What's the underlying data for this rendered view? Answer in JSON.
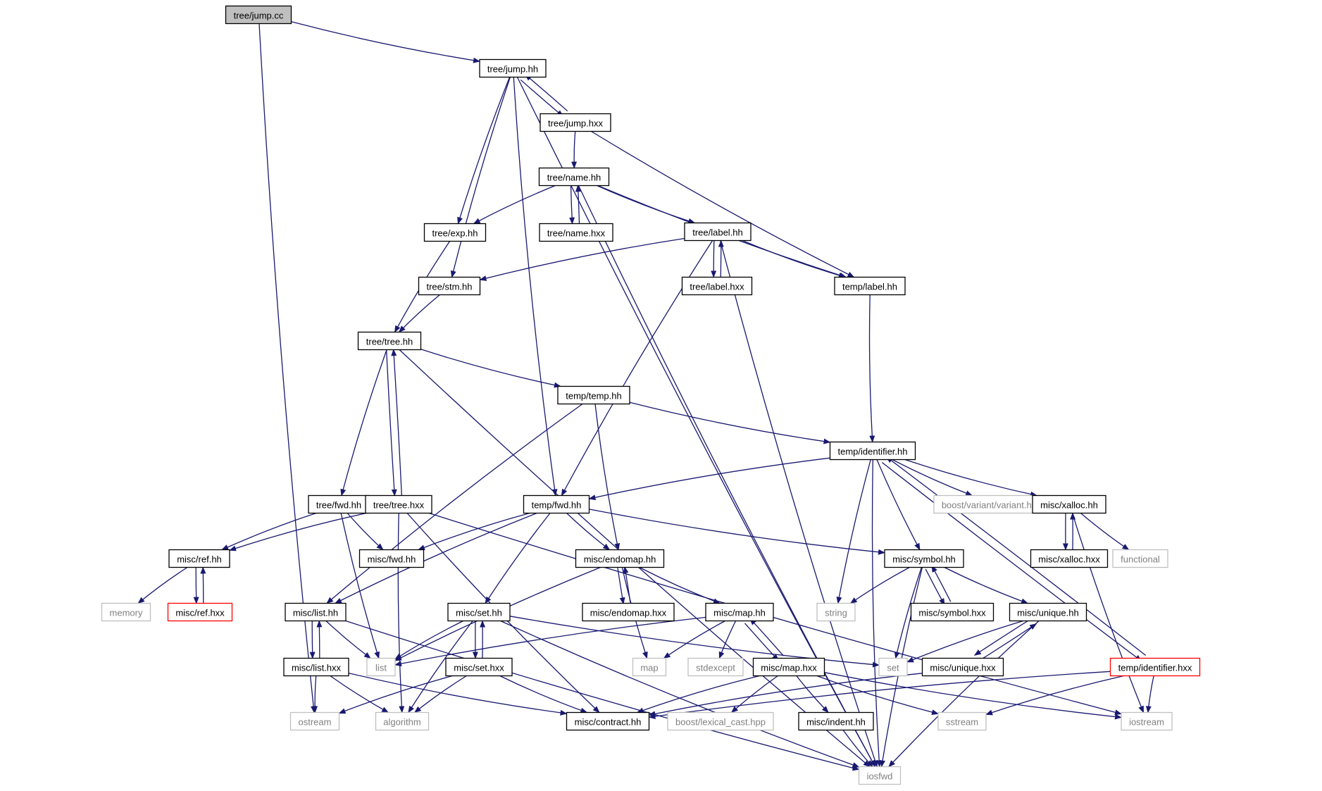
{
  "graph": {
    "title": "",
    "colors": {
      "edge": "#191970",
      "node_fill_default": "#ffffff",
      "node_fill_root": "#bfbfbf",
      "node_border_local": "#000000",
      "node_border_external": "#bfbfbf",
      "node_border_truncated": "#ff0000",
      "label_local": "#000000",
      "label_external": "#808080"
    },
    "nodes": [
      {
        "id": "tree_jump_cc",
        "label": "tree/jump.cc",
        "kind": "root"
      },
      {
        "id": "tree_jump_hh",
        "label": "tree/jump.hh",
        "kind": "local"
      },
      {
        "id": "tree_jump_hxx",
        "label": "tree/jump.hxx",
        "kind": "local"
      },
      {
        "id": "tree_name_hh",
        "label": "tree/name.hh",
        "kind": "local"
      },
      {
        "id": "tree_exp_hh",
        "label": "tree/exp.hh",
        "kind": "local"
      },
      {
        "id": "tree_name_hxx",
        "label": "tree/name.hxx",
        "kind": "local"
      },
      {
        "id": "tree_label_hh",
        "label": "tree/label.hh",
        "kind": "local"
      },
      {
        "id": "tree_stm_hh",
        "label": "tree/stm.hh",
        "kind": "local"
      },
      {
        "id": "tree_label_hxx",
        "label": "tree/label.hxx",
        "kind": "local"
      },
      {
        "id": "temp_label_hh",
        "label": "temp/label.hh",
        "kind": "local"
      },
      {
        "id": "tree_tree_hh",
        "label": "tree/tree.hh",
        "kind": "local"
      },
      {
        "id": "temp_temp_hh",
        "label": "temp/temp.hh",
        "kind": "local"
      },
      {
        "id": "temp_identifier_hh",
        "label": "temp/identifier.hh",
        "kind": "local"
      },
      {
        "id": "tree_fwd_hh",
        "label": "tree/fwd.hh",
        "kind": "local"
      },
      {
        "id": "tree_tree_hxx",
        "label": "tree/tree.hxx",
        "kind": "local"
      },
      {
        "id": "temp_fwd_hh",
        "label": "temp/fwd.hh",
        "kind": "local"
      },
      {
        "id": "boost_variant",
        "label": "boost/variant/variant.hpp",
        "kind": "external"
      },
      {
        "id": "misc_xalloc_hh",
        "label": "misc/xalloc.hh",
        "kind": "local"
      },
      {
        "id": "misc_ref_hh",
        "label": "misc/ref.hh",
        "kind": "local"
      },
      {
        "id": "misc_fwd_hh",
        "label": "misc/fwd.hh",
        "kind": "local"
      },
      {
        "id": "misc_endomap_hh",
        "label": "misc/endomap.hh",
        "kind": "local"
      },
      {
        "id": "misc_symbol_hh",
        "label": "misc/symbol.hh",
        "kind": "local"
      },
      {
        "id": "misc_xalloc_hxx",
        "label": "misc/xalloc.hxx",
        "kind": "local"
      },
      {
        "id": "functional",
        "label": "functional",
        "kind": "external"
      },
      {
        "id": "memory",
        "label": "memory",
        "kind": "external"
      },
      {
        "id": "misc_ref_hxx",
        "label": "misc/ref.hxx",
        "kind": "truncated"
      },
      {
        "id": "misc_list_hh",
        "label": "misc/list.hh",
        "kind": "local"
      },
      {
        "id": "misc_set_hh",
        "label": "misc/set.hh",
        "kind": "local"
      },
      {
        "id": "misc_endomap_hxx",
        "label": "misc/endomap.hxx",
        "kind": "local"
      },
      {
        "id": "misc_map_hh",
        "label": "misc/map.hh",
        "kind": "local"
      },
      {
        "id": "string",
        "label": "string",
        "kind": "external"
      },
      {
        "id": "misc_symbol_hxx",
        "label": "misc/symbol.hxx",
        "kind": "local"
      },
      {
        "id": "misc_unique_hh",
        "label": "misc/unique.hh",
        "kind": "local"
      },
      {
        "id": "list",
        "label": "list",
        "kind": "external"
      },
      {
        "id": "misc_list_hxx",
        "label": "misc/list.hxx",
        "kind": "local"
      },
      {
        "id": "misc_set_hxx",
        "label": "misc/set.hxx",
        "kind": "local"
      },
      {
        "id": "map",
        "label": "map",
        "kind": "external"
      },
      {
        "id": "stdexcept",
        "label": "stdexcept",
        "kind": "external"
      },
      {
        "id": "misc_map_hxx",
        "label": "misc/map.hxx",
        "kind": "local"
      },
      {
        "id": "set",
        "label": "set",
        "kind": "external"
      },
      {
        "id": "misc_unique_hxx",
        "label": "misc/unique.hxx",
        "kind": "local"
      },
      {
        "id": "temp_identifier_hxx",
        "label": "temp/identifier.hxx",
        "kind": "truncated"
      },
      {
        "id": "ostream",
        "label": "ostream",
        "kind": "external"
      },
      {
        "id": "algorithm",
        "label": "algorithm",
        "kind": "external"
      },
      {
        "id": "misc_contract_hh",
        "label": "misc/contract.hh",
        "kind": "local"
      },
      {
        "id": "boost_lexical_cast",
        "label": "boost/lexical_cast.hpp",
        "kind": "external"
      },
      {
        "id": "misc_indent_hh",
        "label": "misc/indent.hh",
        "kind": "local"
      },
      {
        "id": "sstream",
        "label": "sstream",
        "kind": "external"
      },
      {
        "id": "iostream",
        "label": "iostream",
        "kind": "external"
      },
      {
        "id": "iosfwd",
        "label": "iosfwd",
        "kind": "external"
      }
    ],
    "edges": [
      [
        "tree_jump_cc",
        "tree_jump_hh"
      ],
      [
        "tree_jump_cc",
        "ostream"
      ],
      [
        "tree_jump_hh",
        "tree_jump_hxx"
      ],
      [
        "tree_jump_hh",
        "tree_exp_hh"
      ],
      [
        "tree_jump_hh",
        "tree_stm_hh"
      ],
      [
        "tree_jump_hh",
        "temp_fwd_hh"
      ],
      [
        "tree_jump_hh",
        "iosfwd"
      ],
      [
        "tree_jump_hxx",
        "tree_jump_hh"
      ],
      [
        "tree_jump_hxx",
        "tree_name_hh"
      ],
      [
        "tree_jump_hxx",
        "temp_label_hh"
      ],
      [
        "tree_name_hh",
        "tree_exp_hh"
      ],
      [
        "tree_name_hh",
        "tree_name_hxx"
      ],
      [
        "tree_name_hh",
        "tree_label_hh"
      ],
      [
        "tree_name_hh",
        "temp_label_hh"
      ],
      [
        "tree_name_hh",
        "iosfwd"
      ],
      [
        "tree_name_hxx",
        "tree_name_hh"
      ],
      [
        "tree_exp_hh",
        "tree_tree_hh"
      ],
      [
        "tree_label_hh",
        "tree_stm_hh"
      ],
      [
        "tree_label_hh",
        "tree_label_hxx"
      ],
      [
        "tree_label_hh",
        "temp_label_hh"
      ],
      [
        "tree_label_hh",
        "temp_fwd_hh"
      ],
      [
        "tree_label_hh",
        "iosfwd"
      ],
      [
        "tree_label_hxx",
        "tree_label_hh"
      ],
      [
        "tree_stm_hh",
        "tree_tree_hh"
      ],
      [
        "temp_label_hh",
        "temp_identifier_hh"
      ],
      [
        "tree_tree_hh",
        "tree_tree_hxx"
      ],
      [
        "tree_tree_hh",
        "tree_fwd_hh"
      ],
      [
        "tree_tree_hh",
        "temp_temp_hh"
      ],
      [
        "tree_tree_hh",
        "iosfwd"
      ],
      [
        "tree_tree_hxx",
        "tree_tree_hh"
      ],
      [
        "tree_tree_hxx",
        "misc_ref_hh"
      ],
      [
        "tree_tree_hxx",
        "algorithm"
      ],
      [
        "tree_tree_hxx",
        "misc_contract_hh"
      ],
      [
        "tree_tree_hxx",
        "iostream"
      ],
      [
        "tree_fwd_hh",
        "misc_ref_hh"
      ],
      [
        "tree_fwd_hh",
        "misc_fwd_hh"
      ],
      [
        "tree_fwd_hh",
        "list"
      ],
      [
        "temp_temp_hh",
        "temp_identifier_hh"
      ],
      [
        "temp_temp_hh",
        "misc_endomap_hh"
      ],
      [
        "temp_temp_hh",
        "misc_list_hh"
      ],
      [
        "temp_identifier_hh",
        "temp_fwd_hh"
      ],
      [
        "temp_identifier_hh",
        "boost_variant"
      ],
      [
        "temp_identifier_hh",
        "misc_xalloc_hh"
      ],
      [
        "temp_identifier_hh",
        "misc_symbol_hh"
      ],
      [
        "temp_identifier_hh",
        "string"
      ],
      [
        "temp_identifier_hh",
        "temp_identifier_hxx"
      ],
      [
        "temp_identifier_hh",
        "iosfwd"
      ],
      [
        "temp_fwd_hh",
        "misc_fwd_hh"
      ],
      [
        "temp_fwd_hh",
        "misc_endomap_hh"
      ],
      [
        "temp_fwd_hh",
        "misc_symbol_hh"
      ],
      [
        "temp_fwd_hh",
        "misc_list_hh"
      ],
      [
        "temp_fwd_hh",
        "misc_set_hh"
      ],
      [
        "misc_xalloc_hh",
        "misc_xalloc_hxx"
      ],
      [
        "misc_xalloc_hh",
        "functional"
      ],
      [
        "misc_xalloc_hh",
        "iostream"
      ],
      [
        "misc_xalloc_hxx",
        "misc_xalloc_hh"
      ],
      [
        "misc_ref_hh",
        "memory"
      ],
      [
        "misc_ref_hh",
        "misc_ref_hxx"
      ],
      [
        "misc_ref_hxx",
        "misc_ref_hh"
      ],
      [
        "misc_endomap_hh",
        "misc_endomap_hxx"
      ],
      [
        "misc_endomap_hh",
        "misc_map_hh"
      ],
      [
        "misc_endomap_hh",
        "map"
      ],
      [
        "misc_endomap_hh",
        "list"
      ],
      [
        "misc_endomap_hxx",
        "misc_endomap_hh"
      ],
      [
        "misc_symbol_hh",
        "misc_symbol_hxx"
      ],
      [
        "misc_symbol_hh",
        "misc_unique_hh"
      ],
      [
        "misc_symbol_hh",
        "string"
      ],
      [
        "misc_symbol_hh",
        "set"
      ],
      [
        "misc_symbol_hh",
        "iosfwd"
      ],
      [
        "misc_symbol_hxx",
        "misc_symbol_hh"
      ],
      [
        "misc_list_hh",
        "misc_list_hxx"
      ],
      [
        "misc_list_hh",
        "list"
      ],
      [
        "misc_list_hh",
        "iosfwd"
      ],
      [
        "misc_list_hxx",
        "misc_list_hh"
      ],
      [
        "misc_list_hxx",
        "ostream"
      ],
      [
        "misc_list_hxx",
        "algorithm"
      ],
      [
        "misc_list_hxx",
        "misc_contract_hh"
      ],
      [
        "misc_set_hh",
        "misc_set_hxx"
      ],
      [
        "misc_set_hh",
        "list"
      ],
      [
        "misc_set_hh",
        "algorithm"
      ],
      [
        "misc_set_hh",
        "set"
      ],
      [
        "misc_set_hh",
        "iosfwd"
      ],
      [
        "misc_set_hxx",
        "misc_set_hh"
      ],
      [
        "misc_set_hxx",
        "ostream"
      ],
      [
        "misc_set_hxx",
        "algorithm"
      ],
      [
        "misc_set_hxx",
        "misc_contract_hh"
      ],
      [
        "misc_map_hh",
        "misc_map_hxx"
      ],
      [
        "misc_map_hh",
        "map"
      ],
      [
        "misc_map_hh",
        "stdexcept"
      ],
      [
        "misc_map_hh",
        "list"
      ],
      [
        "misc_map_hxx",
        "misc_map_hh"
      ],
      [
        "misc_map_hxx",
        "misc_contract_hh"
      ],
      [
        "misc_map_hxx",
        "boost_lexical_cast"
      ],
      [
        "misc_map_hxx",
        "misc_indent_hh"
      ],
      [
        "misc_map_hxx",
        "sstream"
      ],
      [
        "misc_map_hxx",
        "iostream"
      ],
      [
        "misc_unique_hh",
        "misc_unique_hxx"
      ],
      [
        "misc_unique_hh",
        "set"
      ],
      [
        "misc_unique_hh",
        "iosfwd"
      ],
      [
        "misc_unique_hxx",
        "misc_unique_hh"
      ],
      [
        "misc_unique_hxx",
        "misc_contract_hh"
      ],
      [
        "temp_identifier_hxx",
        "temp_identifier_hh"
      ],
      [
        "temp_identifier_hxx",
        "misc_contract_hh"
      ],
      [
        "temp_identifier_hxx",
        "sstream"
      ],
      [
        "temp_identifier_hxx",
        "iostream"
      ],
      [
        "misc_indent_hh",
        "iosfwd"
      ]
    ]
  }
}
